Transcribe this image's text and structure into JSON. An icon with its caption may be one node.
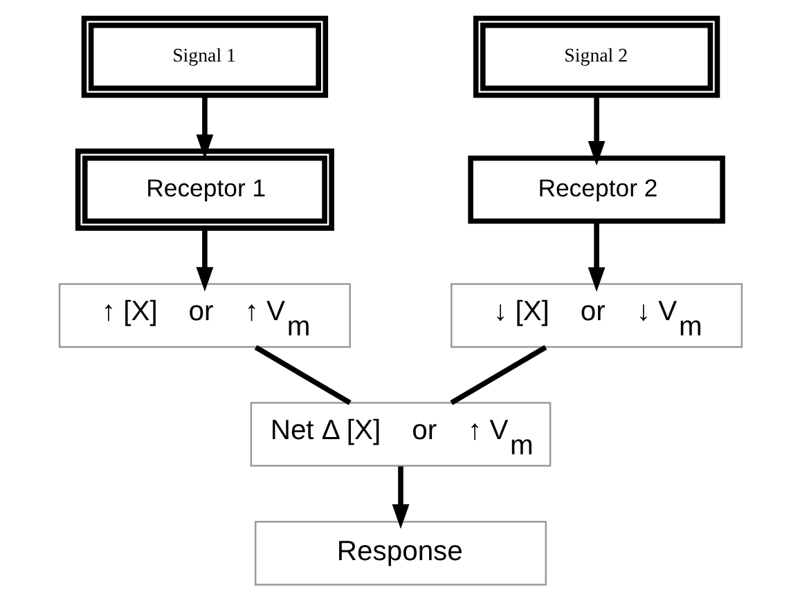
{
  "diagram": {
    "nodes": [
      {
        "text": [
          "Signal 1"
        ]
      },
      {
        "text": [
          "Signal 2"
        ]
      },
      {
        "text": [
          "Receptor 1"
        ]
      },
      {
        "text": [
          "Receptor 2"
        ]
      },
      {
        "text": [
          "↑ [X]    or    ↑ V$_{m}$"
        ]
      },
      {
        "text": [
          "↓ [X]    or    ↓ V$_{m}$"
        ]
      },
      {
        "text": [
          "Net Δ [X]    or    ↑ V$_{m}$"
        ]
      },
      {
        "text": [
          "Response"
        ]
      }
    ],
    "edges": [
      {
        "from": 0,
        "to": 2,
        "arrow": "to"
      },
      {
        "from": 1,
        "to": 3,
        "arrow": "to"
      },
      {
        "from": 2,
        "to": 4,
        "arrow": "to"
      },
      {
        "from": 3,
        "to": 5,
        "arrow": "to"
      },
      {
        "from": 4,
        "to": 6,
        "arrow": "none"
      },
      {
        "from": 5,
        "to": 6,
        "arrow": "none"
      },
      {
        "from": 6,
        "to": 7,
        "arrow": "to"
      }
    ]
  }
}
